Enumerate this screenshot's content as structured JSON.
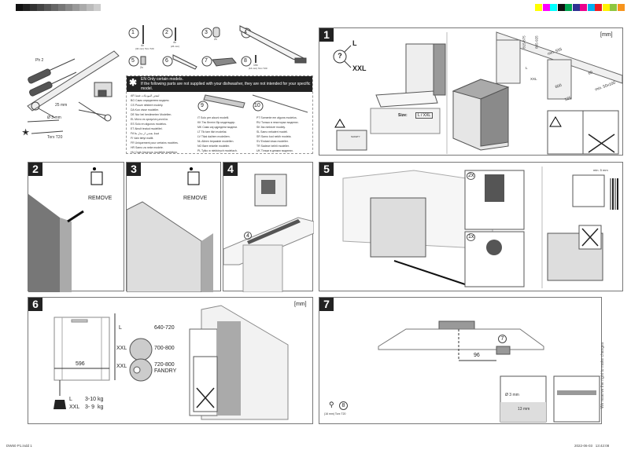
{
  "print_marks": {
    "grey_swatches": [
      "#111111",
      "#222222",
      "#333333",
      "#444444",
      "#555555",
      "#666666",
      "#777777",
      "#888888",
      "#999999",
      "#aaaaaa",
      "#bbbbbb",
      "#cccccc"
    ],
    "color_swatches": [
      "#ffff00",
      "#ff00ff",
      "#00ffff",
      "#111111",
      "#00a651",
      "#2e3192",
      "#ec008c",
      "#00aeef",
      "#ed1c24",
      "#fff200",
      "#8dc63f",
      "#f7941d"
    ]
  },
  "tools": {
    "ph2": "Ph 2",
    "tx_size": "T20",
    "drill_size": "Ø 3 mm",
    "wrench_label": "Torx T20",
    "level_label": "25 mm"
  },
  "parts": [
    {
      "num": "1",
      "qty": "4x",
      "note": "(34 mm) Torx T20"
    },
    {
      "num": "2",
      "qty": "4x",
      "note": "(26 mm)"
    },
    {
      "num": "3",
      "qty": "2x",
      "note": ""
    },
    {
      "num": "4",
      "qty": "",
      "note": ""
    },
    {
      "num": "5",
      "qty": "2x",
      "note": ""
    },
    {
      "num": "6",
      "qty": "",
      "note": ""
    },
    {
      "num": "7",
      "qty": "",
      "note": ""
    },
    {
      "num": "8",
      "qty": "10x",
      "note": "(16 mm) Torx T20"
    },
    {
      "num": "9",
      "qty": "",
      "note": ""
    },
    {
      "num": "10",
      "qty": "",
      "note": ""
    }
  ],
  "notice": {
    "line1": "EN Only certain models.",
    "line2": "If the following parts are not supplied with your dishwasher, they are not intended for your specific model.",
    "col1": [
      "AR لبعض الموديلات فقط",
      "BG Само определени модели.",
      "CS Pouze některé modely.",
      "DA Kun visse modeller.",
      "DE Nur bei bestimmten Modellen.",
      "EL Μόνο σε ορισμένα μοντέλα.",
      "ES Solo en algunos modelos.",
      "ET Ainult teatud mudelitel.",
      "FA فقط بعضی از مدل ها",
      "FI Vain tietyt mallit.",
      "FR Uniquement pour certains modèles.",
      "HR Samo za neke modele.",
      "HU Csak bizonyos modellek esetében."
    ],
    "col2": [
      "IT Solo per alcuni modelli.",
      "KK Тек белгілі бір модельдер.",
      "MK Само кај одредени модели.",
      "LT Tik tam tikri modeliai.",
      "LV Tikai dažiem modeļiem.",
      "NL Alleen bepaalde modellen.",
      "NO Bare enkelte modeller.",
      "PL Tylko w niektórych modelach."
    ],
    "col3": [
      "PT Somente em alguns modelos.",
      "RU Только в некоторых моделях.",
      "SK Iba niektoré modely.",
      "SL Samo nekateri modeli.",
      "SR Samo kod nekih modela.",
      "SV Endast vissa modeller.",
      "TR Sadece belirli modeller.",
      "UK Тільки в деяких моделях."
    ]
  },
  "panel1": {
    "num": "1",
    "size_L": "L",
    "size_XXL": "XXL",
    "question": "?",
    "size_label": "Size:",
    "size_value": "L / XXL",
    "safety": "SAFETY",
    "unit": "[mm]",
    "dims": [
      "815-875",
      "865-925",
      "L",
      "XXL",
      "min. 555",
      "600",
      "60",
      "min. 50x100",
      "125"
    ]
  },
  "panel2": {
    "num": "2",
    "remove": "REMOVE"
  },
  "panel3": {
    "num": "3",
    "remove": "REMOVE"
  },
  "panel4": {
    "num": "4",
    "part": "4"
  },
  "panel5": {
    "num": "5",
    "x2": "2x",
    "x1": "1x",
    "min": "min. 5 mm"
  },
  "panel6": {
    "num": "6",
    "unit": "[mm]",
    "width": "596",
    "rows": [
      {
        "size": "L",
        "range": "640-720"
      },
      {
        "size": "XXL",
        "range": "700-800"
      },
      {
        "size": "XXL",
        "range": "720-800 FANDRY"
      }
    ],
    "weights": [
      {
        "size": "L",
        "range": "3-10 kg"
      },
      {
        "size": "XXL",
        "range": "3- 9  kg"
      }
    ]
  },
  "panel7": {
    "num": "7",
    "part": "7",
    "dim": "96",
    "drill": "Ø 3 mm",
    "depth": "13 mm",
    "screw_part": "8",
    "screw_note": "(16 mm) Torx T20"
  },
  "disclaimer": "We reserve the right to make changes",
  "footer": {
    "left": "DW60 P1.indd   1",
    "right": "2022-06-03   13:42:08"
  }
}
